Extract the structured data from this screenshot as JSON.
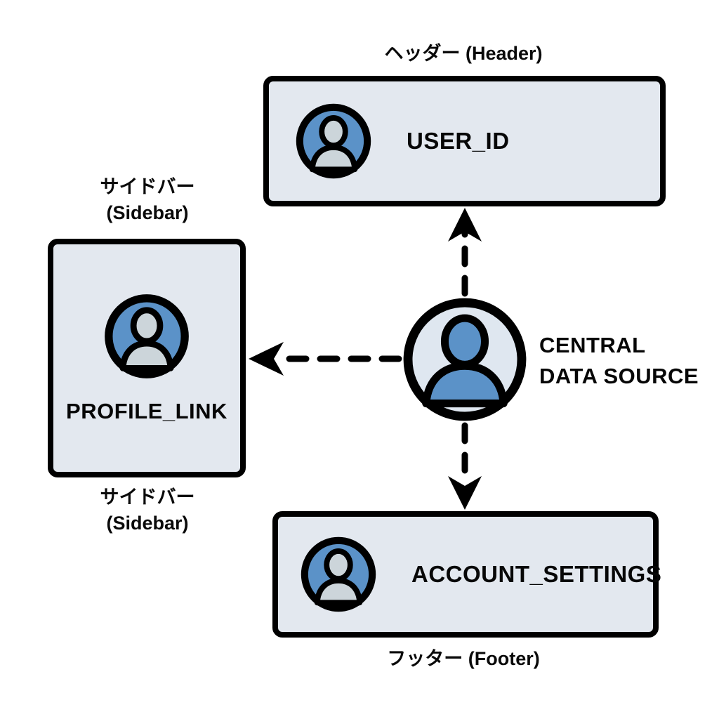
{
  "diagram": {
    "title_japanese_header": "ヘッダー (Header)",
    "background_color": "#ffffff",
    "stroke_color": "#000000",
    "box_fill_color": "#e3e8ef",
    "accent_blue": "#5b92c8",
    "avatar_person_color": "#ccd5da",
    "central_circle_fill": "#dfe7f0"
  },
  "central": {
    "icon": "user-avatar-icon",
    "label_line_1": "CENTRAL",
    "label_line_2": "DATA SOURCE"
  },
  "nodes": {
    "header": {
      "icon": "user-avatar-icon",
      "label": "USER_ID",
      "annotation": "ヘッダー (Header)"
    },
    "sidebar": {
      "icon": "user-avatar-icon",
      "label": "PROFILE_LINK",
      "annotation_top_line_1": "サイドバー",
      "annotation_top_line_2": "(Sidebar)",
      "annotation_bottom_line_1": "サイドバー",
      "annotation_bottom_line_2": "(Sidebar)"
    },
    "footer": {
      "icon": "user-avatar-icon",
      "label": "ACCOUNT_SETTINGS",
      "annotation": "フッター (Footer)"
    }
  },
  "connectors": [
    {
      "name": "central-to-header",
      "style": "dashed",
      "direction": "up",
      "arrowhead": true
    },
    {
      "name": "central-to-sidebar",
      "style": "dashed",
      "direction": "left",
      "arrowhead": true
    },
    {
      "name": "central-to-footer",
      "style": "dashed",
      "direction": "down",
      "arrowhead": true
    }
  ]
}
